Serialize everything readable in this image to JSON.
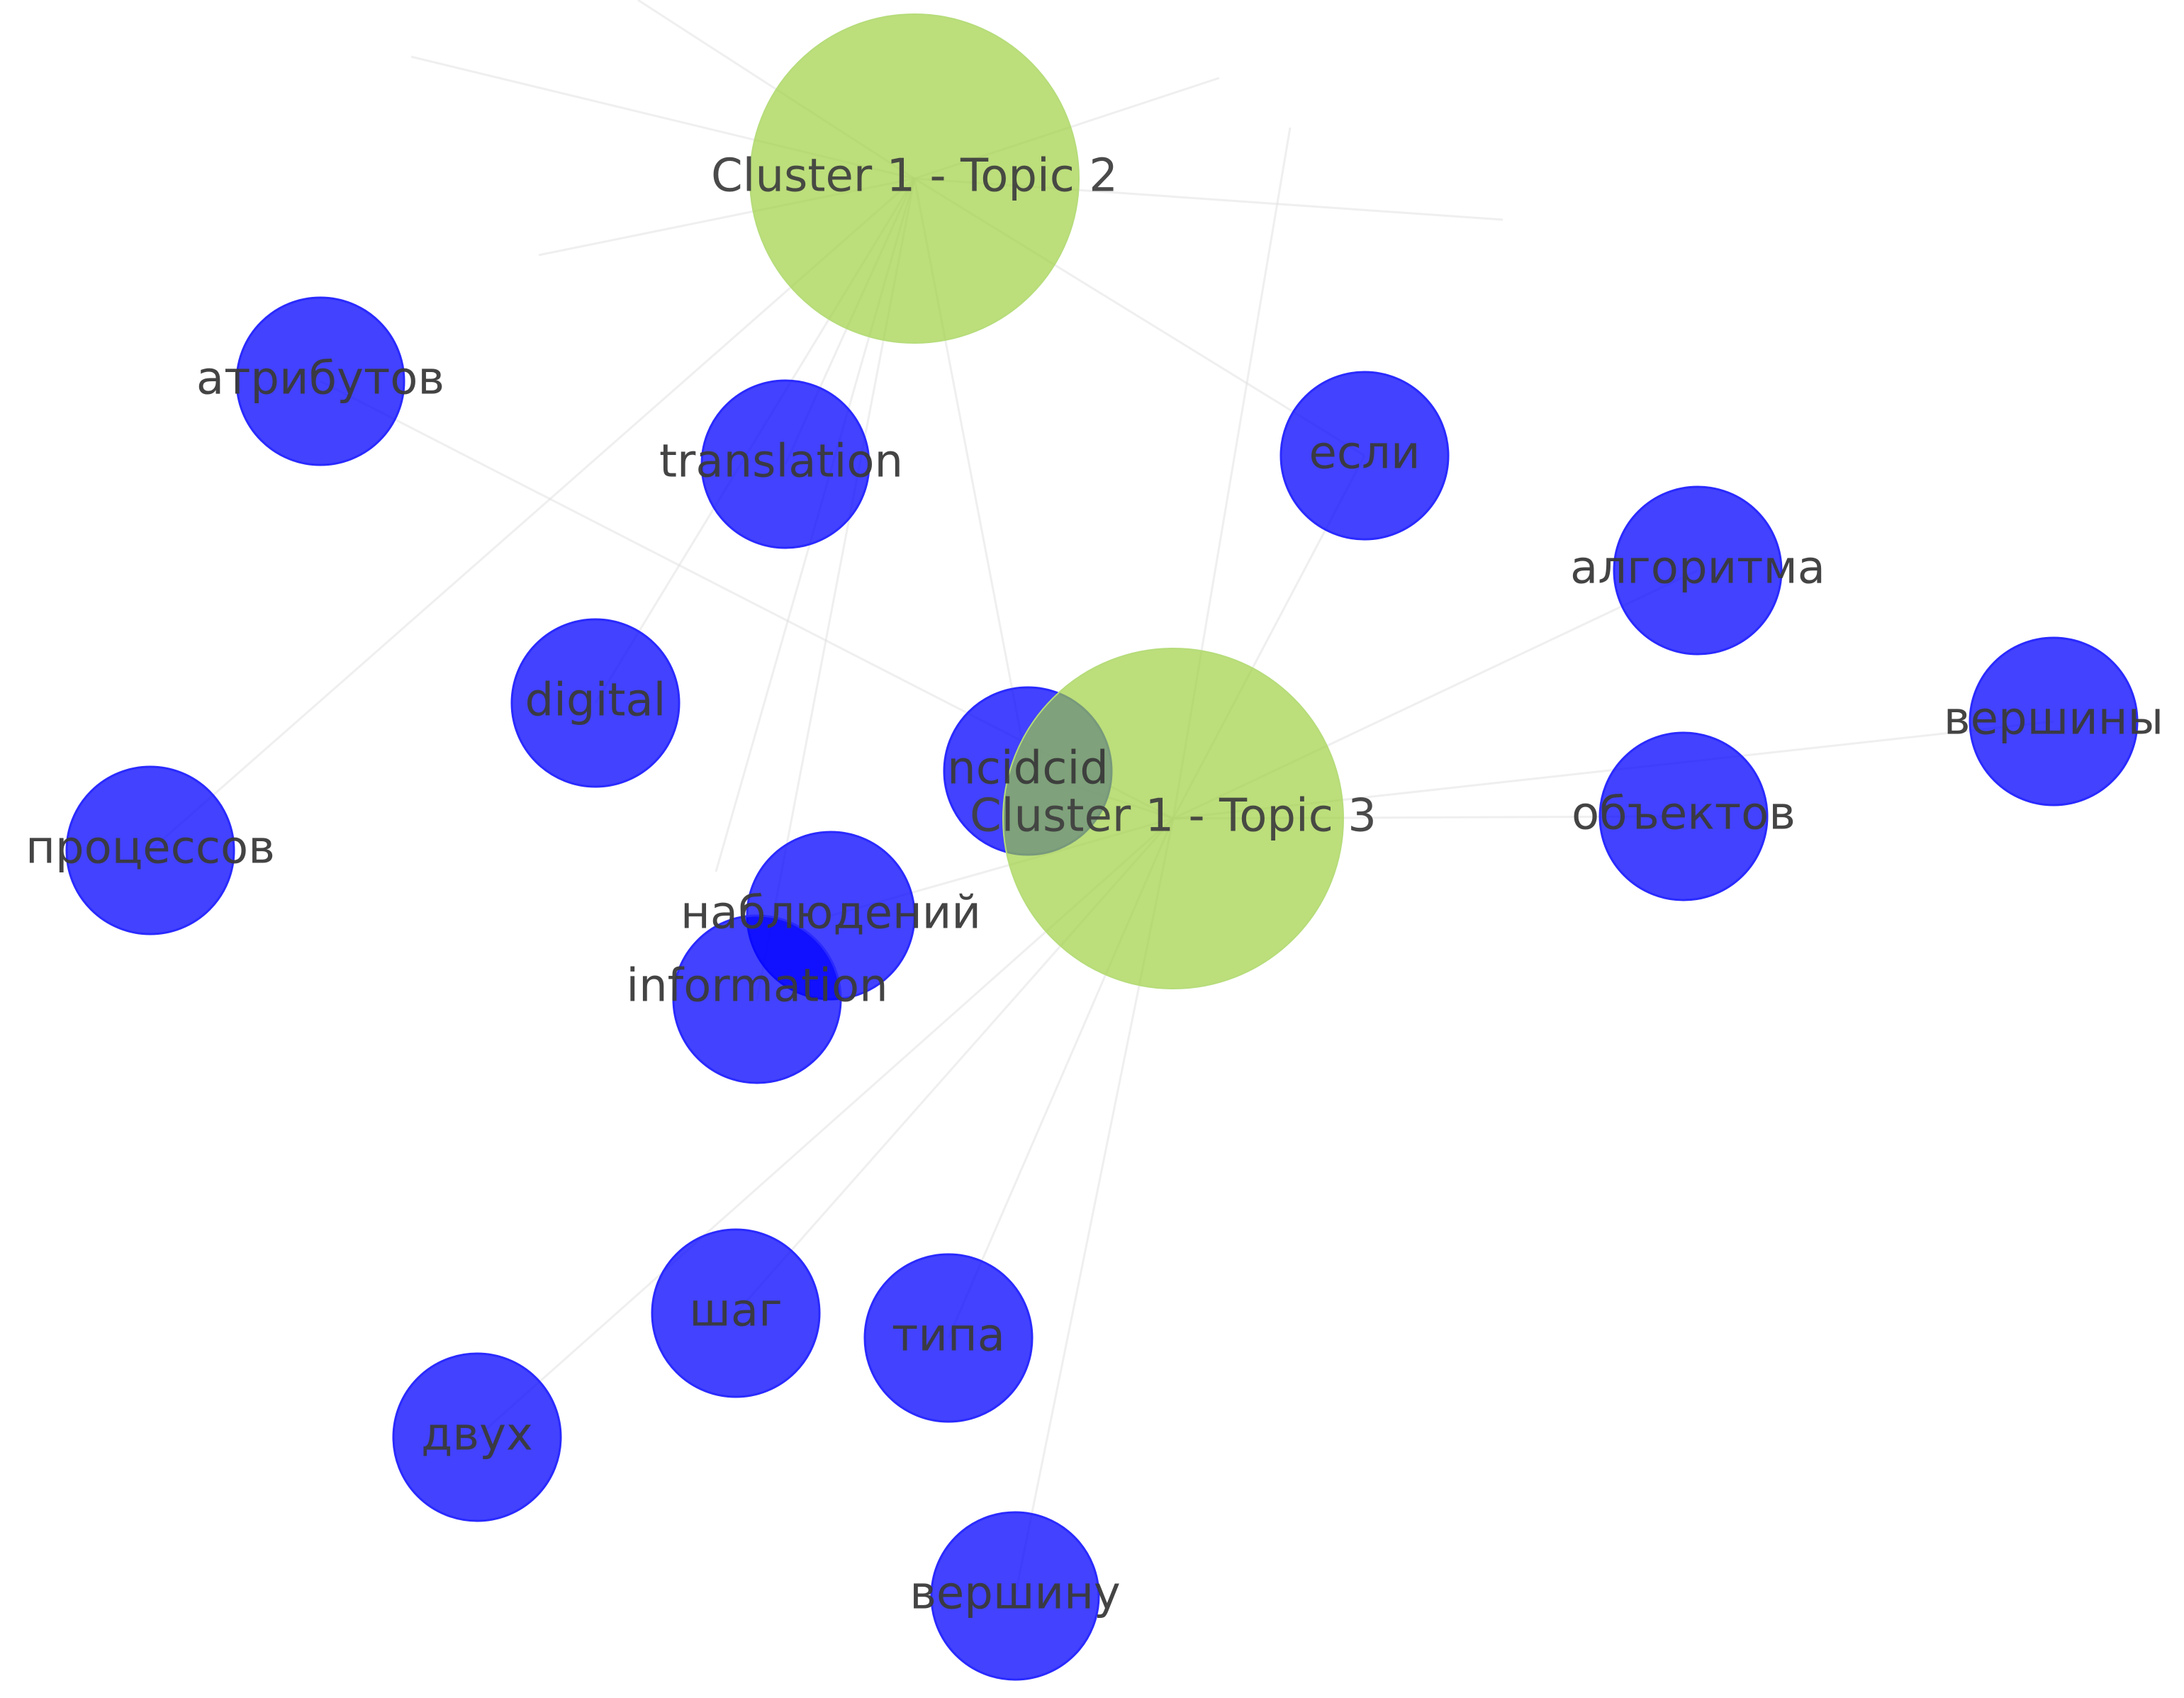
{
  "colors": {
    "term_node": "#0000ff",
    "topic_node": "#9ccf3d",
    "edge": "#e2e2e2",
    "label": "#3a3a3a"
  },
  "nodes": [
    {
      "id": "topic2",
      "type": "topic",
      "label": "Cluster 1 - Topic 2"
    },
    {
      "id": "topic3",
      "type": "topic",
      "label": "Cluster 1 - Topic 3"
    },
    {
      "id": "attributes",
      "type": "term",
      "label": "атрибутов"
    },
    {
      "id": "translation",
      "type": "term",
      "label": "translation"
    },
    {
      "id": "esli",
      "type": "term",
      "label": "если"
    },
    {
      "id": "algoritma",
      "type": "term",
      "label": "алгоритма"
    },
    {
      "id": "vershiny",
      "type": "term",
      "label": "вершины"
    },
    {
      "id": "digital",
      "type": "term",
      "label": "digital"
    },
    {
      "id": "ncidcid",
      "type": "term",
      "label": "ncidcid"
    },
    {
      "id": "obektov",
      "type": "term",
      "label": "объектов"
    },
    {
      "id": "processov",
      "type": "term",
      "label": "процессов"
    },
    {
      "id": "nabludeniy",
      "type": "term",
      "label": "наблюдений"
    },
    {
      "id": "information",
      "type": "term",
      "label": "information"
    },
    {
      "id": "shag",
      "type": "term",
      "label": "шаг"
    },
    {
      "id": "tipa",
      "type": "term",
      "label": "типа"
    },
    {
      "id": "dvukh",
      "type": "term",
      "label": "двух"
    },
    {
      "id": "vershinu",
      "type": "term",
      "label": "вершину"
    }
  ],
  "edges": [
    [
      "topic2",
      "translation"
    ],
    [
      "topic2",
      "esli"
    ],
    [
      "topic2",
      "processov"
    ],
    [
      "topic2",
      "information"
    ],
    [
      "topic2",
      "digital"
    ],
    [
      "topic2",
      "ncidcid"
    ],
    [
      "topic3",
      "attributes"
    ],
    [
      "topic3",
      "esli"
    ],
    [
      "topic3",
      "algoritma"
    ],
    [
      "topic3",
      "vershiny"
    ],
    [
      "topic3",
      "obektov"
    ],
    [
      "topic3",
      "ncidcid"
    ],
    [
      "topic3",
      "shag"
    ],
    [
      "topic3",
      "tipa"
    ],
    [
      "topic3",
      "dvukh"
    ],
    [
      "topic3",
      "vershinu"
    ],
    [
      "topic3",
      "nabludeniy"
    ]
  ]
}
